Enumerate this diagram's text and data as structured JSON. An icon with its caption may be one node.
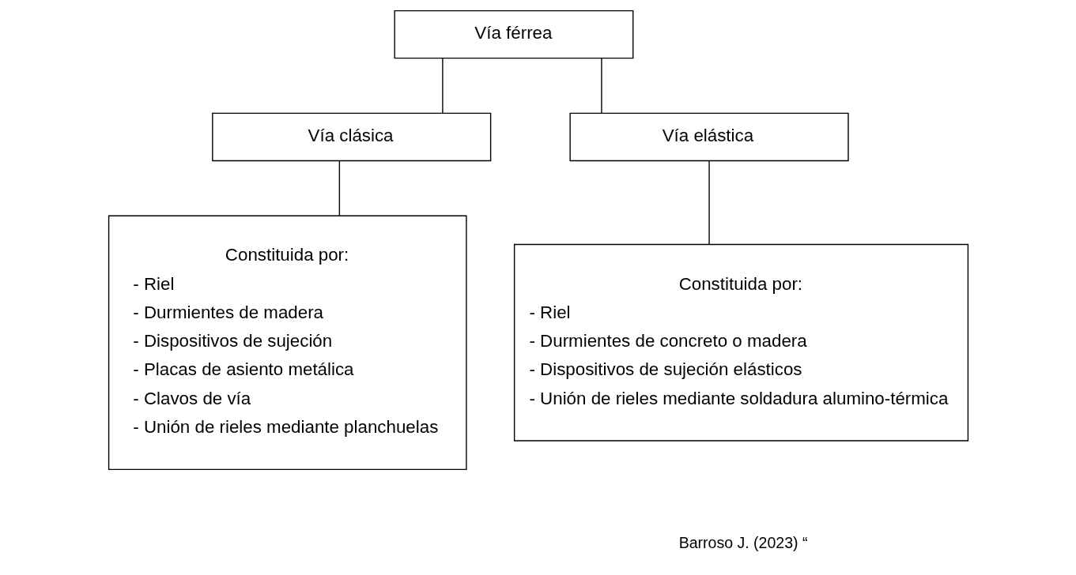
{
  "diagram": {
    "nodes": [
      {
        "text": [
          "Vía férrea"
        ]
      },
      {
        "text": [
          "Vía clásica"
        ]
      },
      {
        "text": [
          "Vía elástica"
        ]
      },
      {
        "text": [
          "Constituida por:",
          "- Riel",
          "- Durmientes de madera",
          "- Dispositivos de sujeción",
          "- Placas de asiento metálica",
          "- Clavos de vía",
          "- Unión de rieles mediante planchuelas"
        ]
      },
      {
        "text": [
          "Constituida por:",
          "- Riel",
          "- Durmientes de concreto o madera",
          "- Dispositivos de sujeción elásticos",
          "- Unión de rieles mediante soldadura alumino-térmica"
        ]
      }
    ],
    "edges": [
      {
        "from": 0,
        "to": 1,
        "arrow": "none"
      },
      {
        "from": 0,
        "to": 2,
        "arrow": "none"
      },
      {
        "from": 1,
        "to": 3,
        "arrow": "none"
      },
      {
        "from": 2,
        "to": 4,
        "arrow": "none"
      }
    ],
    "labels": [
      "Barroso J. (2023) “"
    ]
  }
}
